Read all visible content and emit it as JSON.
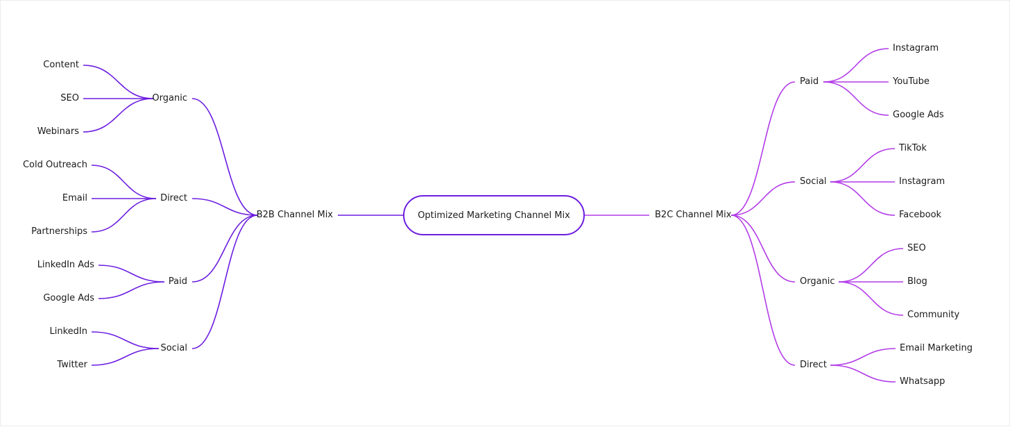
{
  "colors": {
    "left": "#6c1de0",
    "right": "#b23ae8",
    "text": "#1a1a1a"
  },
  "center": "Optimized Marketing Channel Mix",
  "left": {
    "label": "B2B Channel Mix",
    "groups": [
      {
        "label": "Organic",
        "leaves": [
          "Content",
          "SEO",
          "Webinars"
        ]
      },
      {
        "label": "Direct",
        "leaves": [
          "Cold Outreach",
          "Email",
          "Partnerships"
        ]
      },
      {
        "label": "Paid",
        "leaves": [
          "LinkedIn Ads",
          "Google Ads"
        ]
      },
      {
        "label": "Social",
        "leaves": [
          "LinkedIn",
          "Twitter"
        ]
      }
    ]
  },
  "right": {
    "label": "B2C Channel Mix",
    "groups": [
      {
        "label": "Paid",
        "leaves": [
          "Instagram",
          "YouTube",
          "Google Ads"
        ]
      },
      {
        "label": "Social",
        "leaves": [
          "TikTok",
          "Instagram",
          "Facebook"
        ]
      },
      {
        "label": "Organic",
        "leaves": [
          "SEO",
          "Blog",
          "Community"
        ]
      },
      {
        "label": "Direct",
        "leaves": [
          "Email Marketing",
          "Whatsapp"
        ]
      }
    ]
  }
}
